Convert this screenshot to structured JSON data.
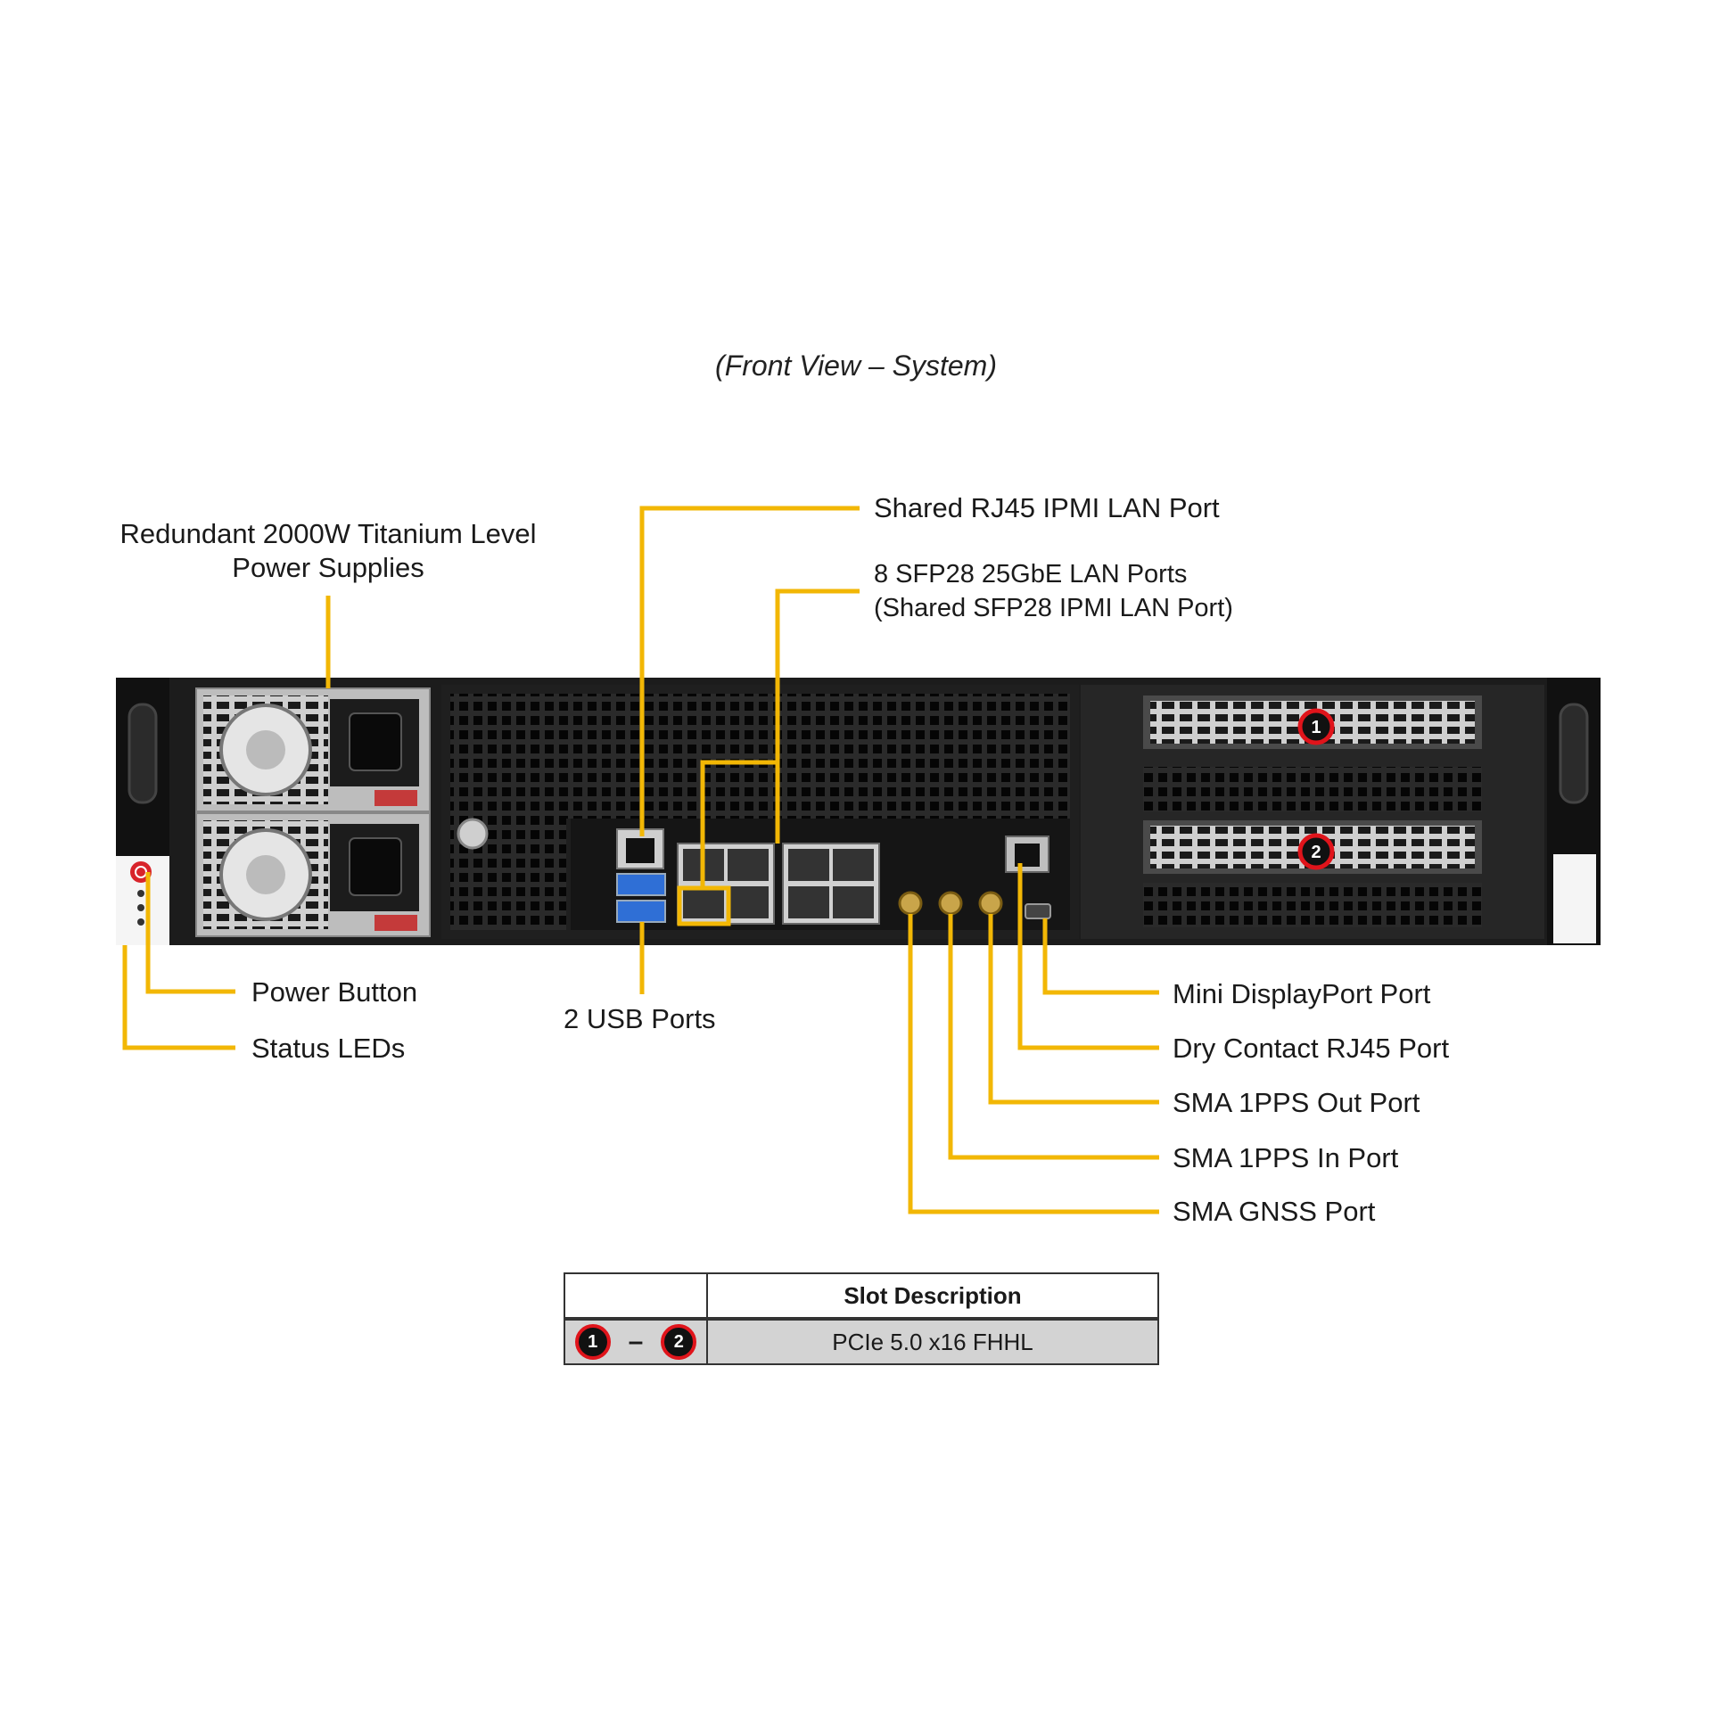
{
  "caption": "(Front View – System)",
  "labels": {
    "psu_line1": "Redundant 2000W Titanium Level",
    "psu_line2": "Power Supplies",
    "ipmi": "Shared RJ45 IPMI LAN Port",
    "sfp_line1": "8 SFP28 25GbE LAN Ports",
    "sfp_line2": "(Shared SFP28 IPMI LAN Port)",
    "power_button": "Power Button",
    "status_leds": "Status LEDs",
    "usb": "2 USB Ports",
    "mini_dp": "Mini DisplayPort Port",
    "dry_contact": "Dry Contact RJ45 Port",
    "sma_out": "SMA 1PPS Out Port",
    "sma_in": "SMA 1PPS In Port",
    "sma_gnss": "SMA GNSS Port"
  },
  "slot_badges": [
    "1",
    "2"
  ],
  "table": {
    "header": "Slot Description",
    "range_start": "1",
    "range_sep": "–",
    "range_end": "2",
    "description": "PCIe 5.0 x16 FHHL"
  },
  "colors": {
    "callout": "#f2b705",
    "chassis": "#1c1c1c",
    "badge_ring": "#e0141b"
  }
}
